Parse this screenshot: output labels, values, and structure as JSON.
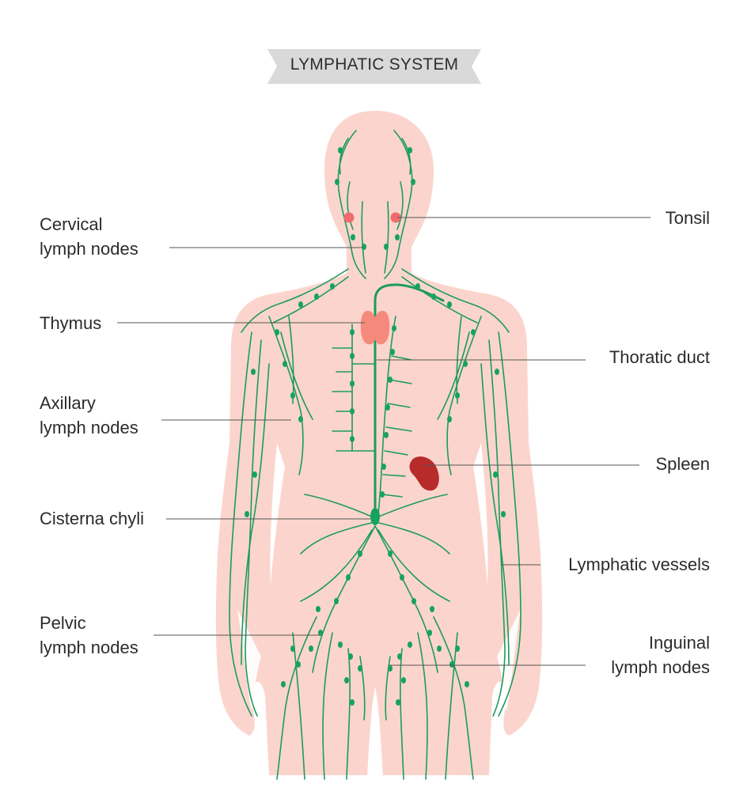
{
  "title": "LYMPHATIC SYSTEM",
  "colors": {
    "banner": "#d9d9d9",
    "skin": "#fbd5cd",
    "vessel": "#1c9b5e",
    "node": "#16a261",
    "tonsil": "#f06b6b",
    "thymus": "#f58a7c",
    "spleen": "#b82b2b",
    "leader": "#555555",
    "text": "#2b2b2b"
  },
  "labels": {
    "left": [
      {
        "id": "cervical",
        "text": "Cervical\nlymph nodes"
      },
      {
        "id": "thymus",
        "text": "Thymus"
      },
      {
        "id": "axillary",
        "text": "Axillary\nlymph nodes"
      },
      {
        "id": "cisterna",
        "text": "Cisterna chyli"
      },
      {
        "id": "pelvic",
        "text": "Pelvic\nlymph nodes"
      }
    ],
    "right": [
      {
        "id": "tonsil",
        "text": "Tonsil"
      },
      {
        "id": "thoracic",
        "text": "Thoratic duct"
      },
      {
        "id": "spleen",
        "text": "Spleen"
      },
      {
        "id": "vessels",
        "text": "Lymphatic vessels"
      },
      {
        "id": "inguinal",
        "text": "Inguinal\nlymph nodes"
      }
    ]
  }
}
